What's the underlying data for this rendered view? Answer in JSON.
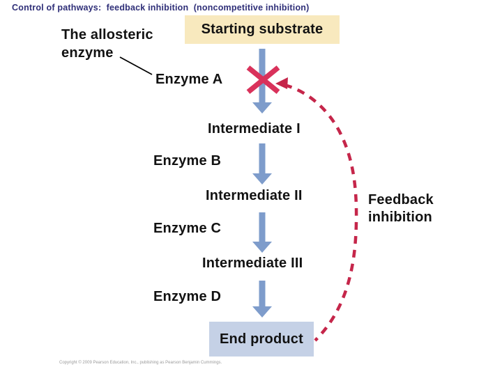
{
  "title": "Control of pathways:  feedback inhibition  (noncompetitive inhibition)",
  "diagram": {
    "allosteric_label": {
      "line1": "The allosteric",
      "line2": "enzyme"
    },
    "starting_substrate": "Starting substrate",
    "enzymes": [
      "Enzyme A",
      "Enzyme B",
      "Enzyme C",
      "Enzyme D"
    ],
    "intermediates": [
      "Intermediate I",
      "Intermediate II",
      "Intermediate III"
    ],
    "end_product": "End product",
    "feedback_label": {
      "line1": "Feedback",
      "line2": "inhibition"
    }
  },
  "footer": {
    "copyright": "Copyright © 2009 Pearson Education, Inc., publishing as Pearson Benjamin Cummings."
  },
  "colors": {
    "title_text": "#2F2F78",
    "label_text": "#121212",
    "substrate_box_bg": "#F8E9BE",
    "end_product_box_bg": "#C5D1E6",
    "pathway_arrow": "#7E9CCB",
    "inhibition_x": "#D9325B",
    "feedback_dash": "#C5264A",
    "pointer_line": "#000000",
    "copyright_text": "#9A9A9A"
  }
}
